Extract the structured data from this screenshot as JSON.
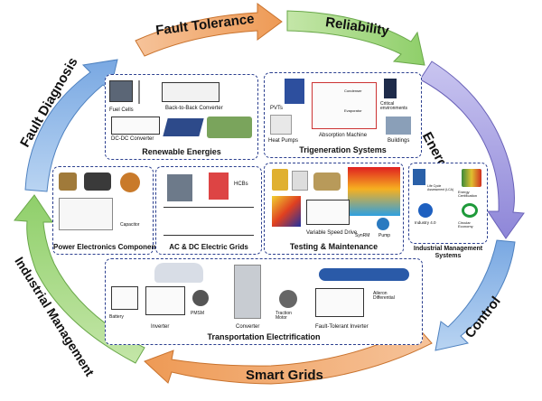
{
  "cycle": {
    "fault_tolerance": "Fault Tolerance",
    "reliability": "Reliability",
    "energy_efficiency": "Energy Efficiency",
    "control": "Control",
    "smart_grids": "Smart Grids",
    "industrial_management": "Industrial Management",
    "fault_diagnosis": "Fault Diagnosis"
  },
  "panels": {
    "renewable": {
      "title": "Renewable Energies",
      "labels": {
        "fuel_cells": "Fuel Cells",
        "b2b": "Back-to-Back Converter",
        "dcdc": "DC-DC Converter"
      }
    },
    "trigeneration": {
      "title": "Trigeneration Systems",
      "labels": {
        "pvts": "PVTs",
        "heat_pumps": "Heat Pumps",
        "absorption": "Absorption Machine",
        "critical": "Critical environments",
        "buildings": "Buildings",
        "condenser": "Condenser",
        "evaporator": "Evaporator"
      }
    },
    "power_electronics": {
      "title": "Power Electronics Components",
      "labels": {
        "capacitor": "Capacitor"
      }
    },
    "grids": {
      "title": "AC & DC Electric Grids",
      "labels": {
        "hcbs": "HCBs"
      }
    },
    "testing": {
      "title": "Testing & Maintenance",
      "labels": {
        "vsd": "Variable Speed Drive",
        "synrm": "SynRM",
        "pump": "Pump"
      }
    },
    "industrial": {
      "title": "Industrial Management Systems",
      "labels": {
        "lca": "Life Cycle Assessment (LCA)",
        "energy_cert": "Energy Certification",
        "industry40": "Industry 4.0",
        "circular": "Circular Economy"
      }
    },
    "transport": {
      "title": "Transportation Electrification",
      "labels": {
        "battery": "Battery",
        "inverter": "Inverter",
        "pmsm": "PMSM",
        "converter": "Converter",
        "traction": "Traction Motor",
        "fti": "Fault-Tolerant Inverter",
        "aileron": "Aileron Differential"
      }
    }
  },
  "colors": {
    "orange": "#f3a96a",
    "green": "#a9d98a",
    "purple": "#a8a2e2",
    "blue": "#8fb8e8",
    "panel_border": "#2b3f8f"
  }
}
